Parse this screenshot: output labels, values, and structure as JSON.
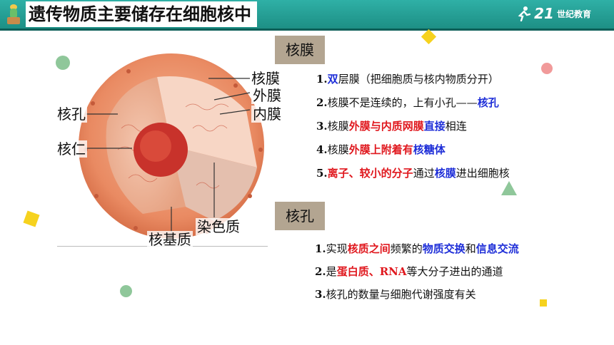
{
  "header": {
    "title": "遗传物质主要储存在细胞核中",
    "logo_number": "21",
    "logo_text": "世纪教育"
  },
  "diagram": {
    "labels": {
      "hemo": "核膜",
      "waimo": "外膜",
      "neimo": "内膜",
      "hekong": "核孔",
      "heren": "核仁",
      "ransezhi": "染色质",
      "hejizhi": "核基质"
    }
  },
  "section_membrane": {
    "heading": "核膜",
    "points": [
      {
        "num": "1.",
        "parts": [
          {
            "t": "双",
            "c": "blue"
          },
          {
            "t": "层膜（把细胞质与核内物质分开）",
            "c": "plain"
          }
        ]
      },
      {
        "num": "2.",
        "parts": [
          {
            "t": "核膜不是连续的，上有小孔——",
            "c": "plain"
          },
          {
            "t": "核孔",
            "c": "blue"
          }
        ]
      },
      {
        "num": "3.",
        "parts": [
          {
            "t": "核膜",
            "c": "plain"
          },
          {
            "t": "外膜与内质网膜",
            "c": "red"
          },
          {
            "t": "直接",
            "c": "blue"
          },
          {
            "t": "相连",
            "c": "plain"
          }
        ]
      },
      {
        "num": "4.",
        "parts": [
          {
            "t": "核膜",
            "c": "plain"
          },
          {
            "t": "外膜上附着有",
            "c": "red"
          },
          {
            "t": "核糖体",
            "c": "blue"
          }
        ]
      },
      {
        "num": "5.",
        "parts": [
          {
            "t": "离子、较小的分子",
            "c": "red"
          },
          {
            "t": "通过",
            "c": "plain"
          },
          {
            "t": "核膜",
            "c": "blue"
          },
          {
            "t": "进出细胞核",
            "c": "plain"
          }
        ]
      }
    ]
  },
  "section_pore": {
    "heading": "核孔",
    "points": [
      {
        "num": "1.",
        "parts": [
          {
            "t": "实现",
            "c": "plain"
          },
          {
            "t": "核质之间",
            "c": "red"
          },
          {
            "t": "频繁的",
            "c": "plain"
          },
          {
            "t": "物质交换",
            "c": "blue"
          },
          {
            "t": "和",
            "c": "plain"
          },
          {
            "t": "信息交流",
            "c": "blue"
          }
        ]
      },
      {
        "num": "2.",
        "parts": [
          {
            "t": "是",
            "c": "plain"
          },
          {
            "t": "蛋白质、RNA",
            "c": "red"
          },
          {
            "t": "等大分子进出的通道",
            "c": "plain"
          }
        ]
      },
      {
        "num": "3.",
        "parts": [
          {
            "t": "核孔的数量与细胞代谢强度有关",
            "c": "plain"
          }
        ]
      }
    ]
  },
  "colors": {
    "title_bar": "#1d8f85",
    "section_box": "#b3a591",
    "highlight_red": "#e0181e",
    "highlight_blue": "#1f2fd8"
  }
}
